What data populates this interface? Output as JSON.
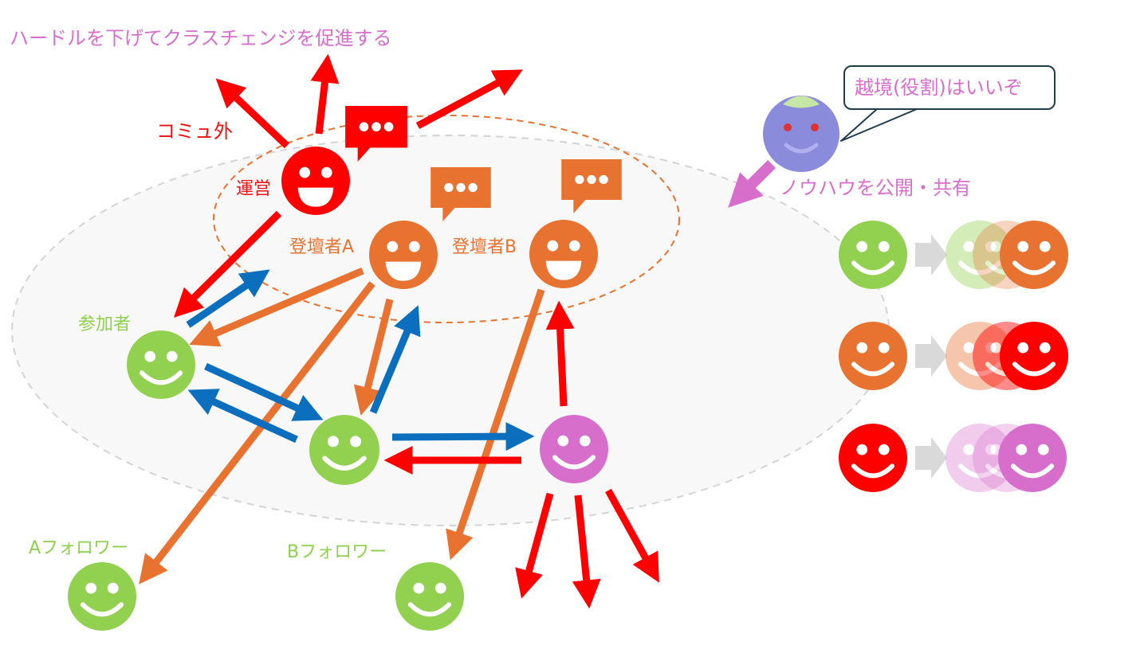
{
  "title": "ハードルを下げてクラスチェンジを促進する",
  "labels": {
    "outside": "コミュ外",
    "operator": "運営",
    "speaker_a": "登壇者A",
    "speaker_b": "登壇者B",
    "participant": "参加者",
    "a_followers": "Aフォロワー",
    "b_followers": "Bフォロワー",
    "knowhow": "ノウハウを公開・共有",
    "speech": "越境(役割)はいいぞ"
  },
  "colors": {
    "red": "#ff0000",
    "orange": "#e87230",
    "green": "#92d050",
    "pink": "#d86ecc",
    "blue": "#0b6fbe",
    "purple": "#8b8bdb",
    "title": "#d86ecc",
    "gray": "#d9d9d9"
  },
  "icons": [
    "smiley-face-icon",
    "chat-bubble-icon",
    "arrow-icon"
  ],
  "class_change_rows": [
    {
      "from": "green",
      "to": "orange"
    },
    {
      "from": "orange",
      "to": "red"
    },
    {
      "from": "red",
      "to": "pink"
    }
  ]
}
